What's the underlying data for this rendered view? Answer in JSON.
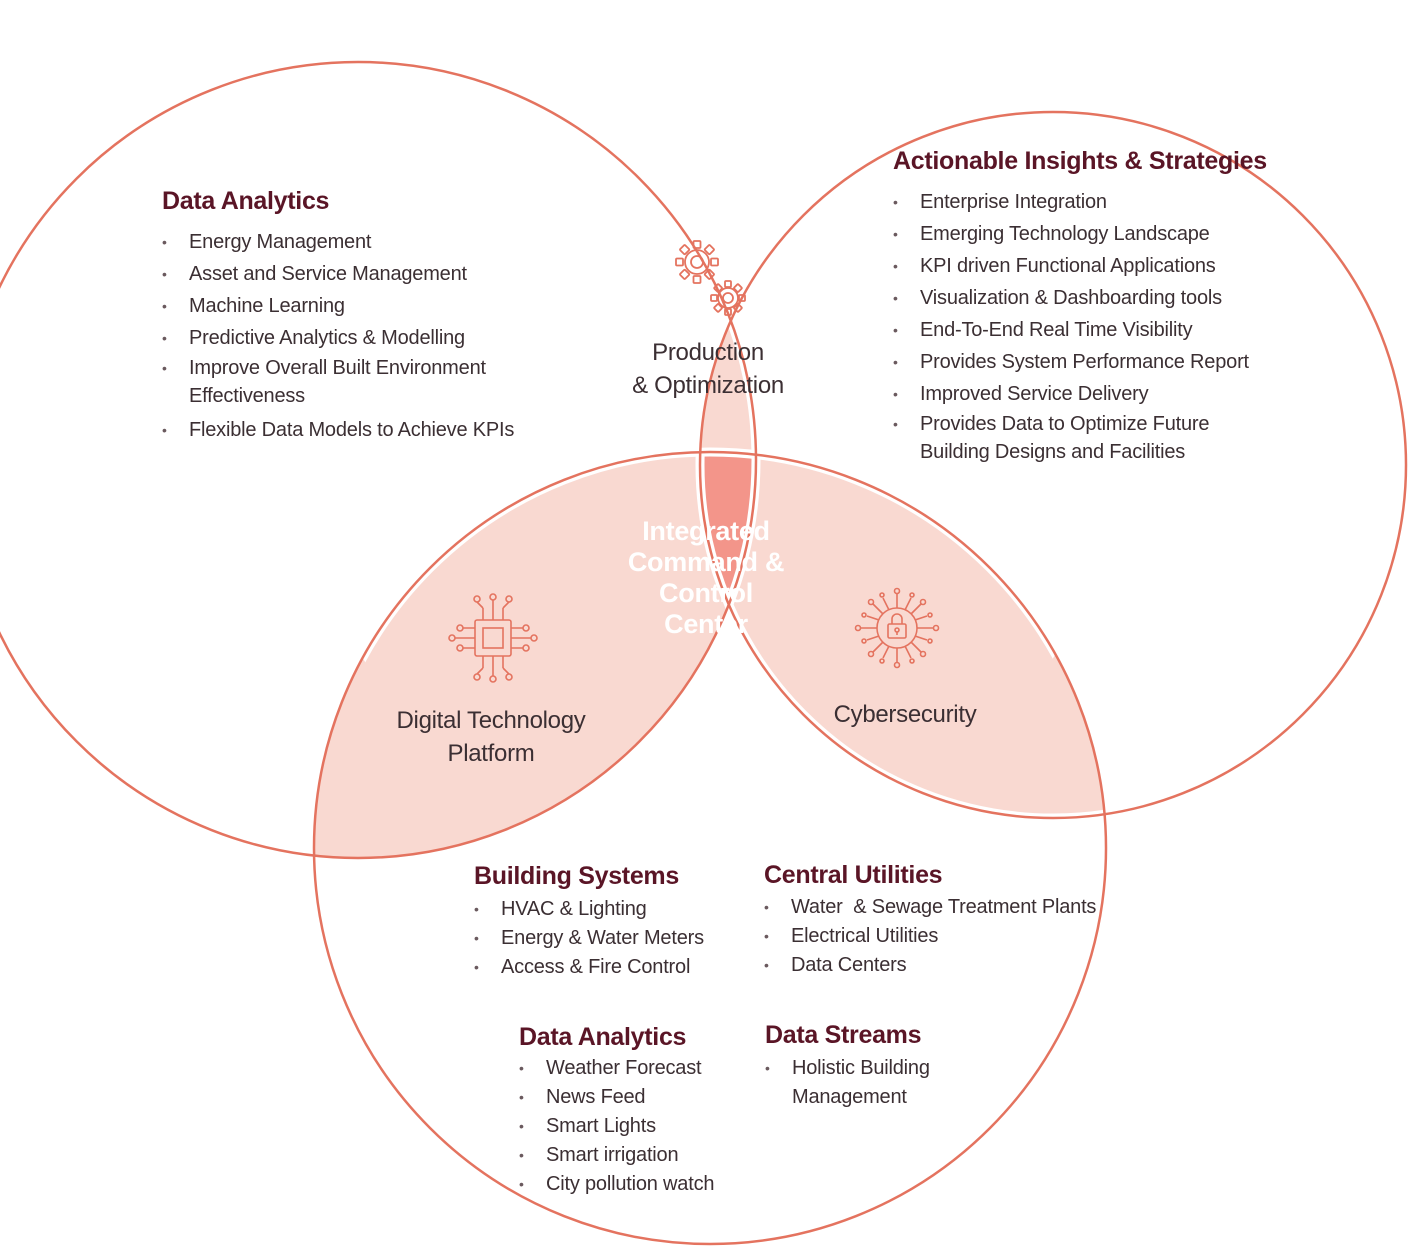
{
  "colors": {
    "circle_stroke": "#e4735f",
    "petal_fill": "#f9d9d1",
    "core_fill": "#f3958a",
    "heading": "#5a1526",
    "icon": "#e4735f"
  },
  "data_analytics": {
    "heading": "Data Analytics",
    "items": [
      "Energy Management",
      "Asset and Service Management",
      "Machine Learning",
      "Predictive Analytics & Modelling",
      "Improve Overall Built Environment Effectiveness",
      "Flexible Data Models to Achieve KPIs"
    ]
  },
  "actionable_insights": {
    "heading": "Actionable Insights & Strategies",
    "items": [
      "Enterprise Integration",
      "Emerging Technology Landscape",
      "KPI driven Functional Applications",
      "Visualization & Dashboarding tools",
      "End-To-End Real Time Visibility",
      "Provides System Performance Report",
      "Improved Service Delivery",
      "Provides Data to Optimize Future Building Designs and Facilities"
    ]
  },
  "production": {
    "line1": "Production",
    "line2": "& Optimization",
    "icon": "gears-icon"
  },
  "core": {
    "line1": "Integrated",
    "line2": "Command &",
    "line3": "Control",
    "line4": "Center"
  },
  "digital_platform": {
    "line1": "Digital Technology",
    "line2": "Platform",
    "icon": "chip-circuit-icon"
  },
  "cybersecurity": {
    "label": "Cybersecurity",
    "icon": "lock-circuit-icon"
  },
  "building_systems": {
    "heading": "Building Systems",
    "items": [
      "HVAC & Lighting",
      "Energy & Water Meters",
      "Access & Fire Control"
    ]
  },
  "central_utilities": {
    "heading": "Central Utilities",
    "items": [
      "Water  & Sewage Treatment Plants",
      "Electrical Utilities",
      "Data Centers"
    ]
  },
  "data_analytics_bottom": {
    "heading": "Data Analytics",
    "items": [
      "Weather Forecast",
      "News Feed",
      "Smart Lights",
      "Smart irrigation",
      "City pollution watch"
    ]
  },
  "data_streams": {
    "heading": "Data Streams",
    "items": [
      "Holistic Building Management"
    ]
  }
}
